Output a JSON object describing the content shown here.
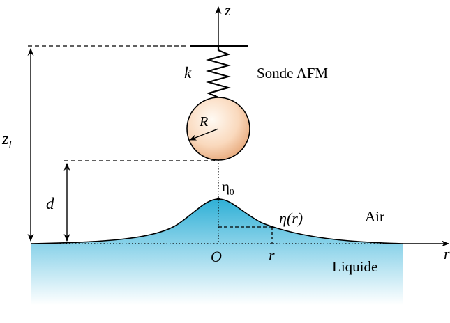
{
  "labels": {
    "axis_z": "z",
    "axis_r": "r",
    "spring_k": "k",
    "probe": "Sonde AFM",
    "radius": "R",
    "height_total": "z",
    "height_total_sub": "l",
    "distance_d": "d",
    "eta0": "η",
    "eta0_sub": "0",
    "eta_r": "η(r)",
    "origin": "O",
    "r_mark": "r",
    "air": "Air",
    "liquid": "Liquide"
  },
  "colors": {
    "liquid_top": "#3ab3d6",
    "liquid_bottom": "#ffffff",
    "sphere_center": "#fff7ef",
    "sphere_edge": "#ecb78f"
  }
}
